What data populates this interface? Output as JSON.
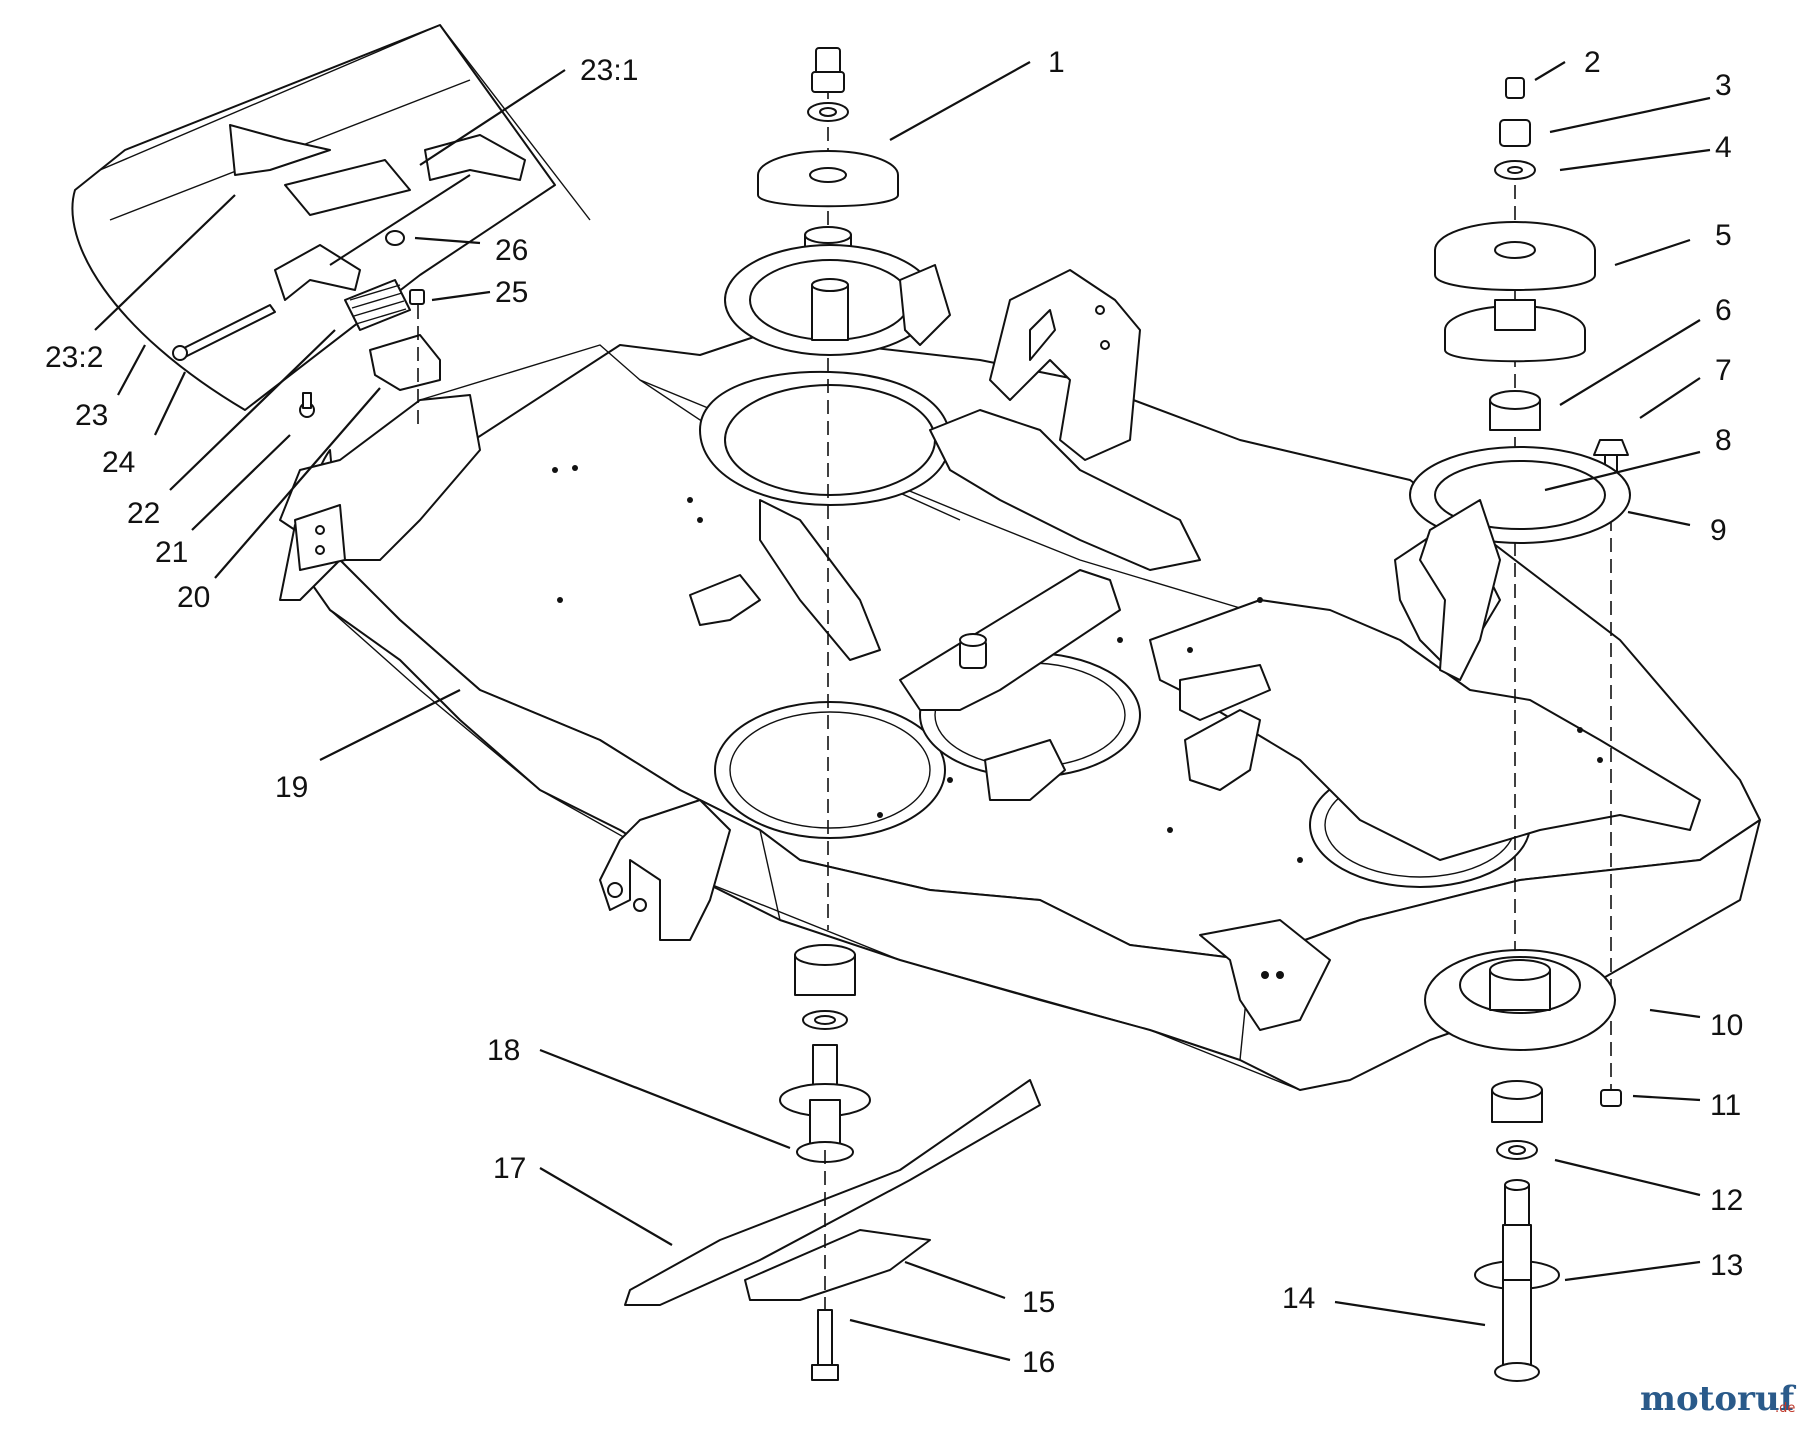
{
  "diagram": {
    "callouts": [
      {
        "id": "c1",
        "text": "1"
      },
      {
        "id": "c2",
        "text": "2"
      },
      {
        "id": "c3",
        "text": "3"
      },
      {
        "id": "c4",
        "text": "4"
      },
      {
        "id": "c5",
        "text": "5"
      },
      {
        "id": "c6",
        "text": "6"
      },
      {
        "id": "c7",
        "text": "7"
      },
      {
        "id": "c8",
        "text": "8"
      },
      {
        "id": "c9",
        "text": "9"
      },
      {
        "id": "c10",
        "text": "10"
      },
      {
        "id": "c11",
        "text": "11"
      },
      {
        "id": "c12",
        "text": "12"
      },
      {
        "id": "c13",
        "text": "13"
      },
      {
        "id": "c14",
        "text": "14"
      },
      {
        "id": "c15",
        "text": "15"
      },
      {
        "id": "c16",
        "text": "16"
      },
      {
        "id": "c17",
        "text": "17"
      },
      {
        "id": "c18",
        "text": "18"
      },
      {
        "id": "c19",
        "text": "19"
      },
      {
        "id": "c20",
        "text": "20"
      },
      {
        "id": "c21",
        "text": "21"
      },
      {
        "id": "c22",
        "text": "22"
      },
      {
        "id": "c23",
        "text": "23"
      },
      {
        "id": "c24",
        "text": "24"
      },
      {
        "id": "c25",
        "text": "25"
      },
      {
        "id": "c26",
        "text": "26"
      },
      {
        "id": "c23_1",
        "text": "23:1"
      },
      {
        "id": "c23_2",
        "text": "23:2"
      }
    ]
  },
  "watermark": {
    "brand": "motoruf",
    "suffix": ".de",
    "color": "#2a5a8a",
    "dot_color": "#c0392b"
  }
}
